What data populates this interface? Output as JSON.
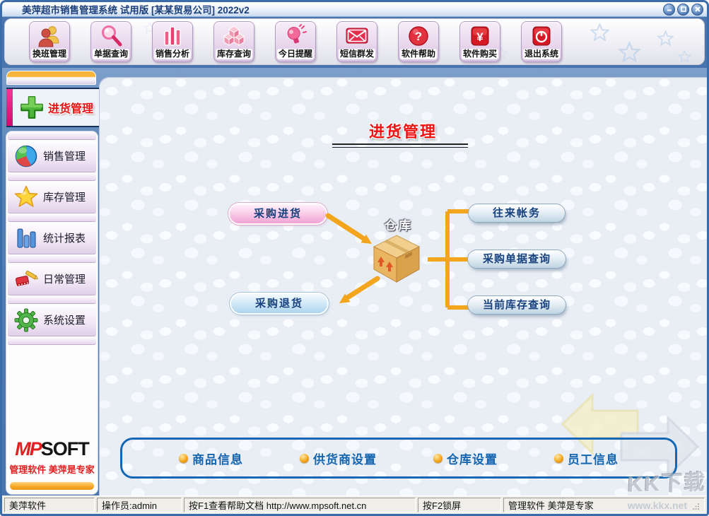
{
  "window": {
    "title": "美萍超市销售管理系统 试用版 [某某贸易公司] 2022v2"
  },
  "toolbar": {
    "buttons": [
      {
        "label": "换班管理",
        "icon": "shift-people-icon"
      },
      {
        "label": "单据查询",
        "icon": "magnifier-icon"
      },
      {
        "label": "销售分析",
        "icon": "pink-bars-icon"
      },
      {
        "label": "库存查询",
        "icon": "cubes-icon"
      },
      {
        "label": "今日提醒",
        "icon": "bulb-icon"
      },
      {
        "label": "短信群发",
        "icon": "envelope-icon"
      },
      {
        "label": "软件帮助",
        "icon": "question-icon"
      },
      {
        "label": "软件购买",
        "icon": "yuan-icon"
      },
      {
        "label": "退出系统",
        "icon": "power-icon"
      }
    ]
  },
  "sidebar": {
    "active_item": {
      "label": "进货管理",
      "icon": "plus-icon"
    },
    "items": [
      {
        "label": "销售管理",
        "icon": "pie-chart-icon"
      },
      {
        "label": "库存管理",
        "icon": "star-icon"
      },
      {
        "label": "统计报表",
        "icon": "blue-bars-icon"
      },
      {
        "label": "日常管理",
        "icon": "brush-icon"
      },
      {
        "label": "系统设置",
        "icon": "gear-icon"
      }
    ],
    "logo": {
      "mp": "MP",
      "soft": "SOFT",
      "slogan": "管理软件 美萍是专家"
    }
  },
  "main": {
    "page_title": "进货管理",
    "diagram": {
      "purchase_in": "采购进货",
      "purchase_return": "采购退货",
      "warehouse_label": "仓库",
      "right_links": [
        "往来帐务",
        "采购单据查询",
        "当前库存查询"
      ]
    },
    "quick_links": [
      "商品信息",
      "供货商设置",
      "仓库设置",
      "员工信息"
    ]
  },
  "statusbar": {
    "cells": [
      "美萍软件",
      "操作员:admin",
      "按F1查看帮助文档 http://www.mpsoft.net.cn",
      "按F2锁屏",
      "管理软件 美萍是专家"
    ]
  },
  "watermarks": {
    "site_logo": "KK下载",
    "site_url": "www.kkx.net"
  },
  "colors": {
    "accent_orange": "#f2a51d",
    "magenta_indicator": "#e3187c",
    "link_blue": "#1565b0",
    "frame_blue": "#4a74ad",
    "title_red": "#ee1111"
  }
}
